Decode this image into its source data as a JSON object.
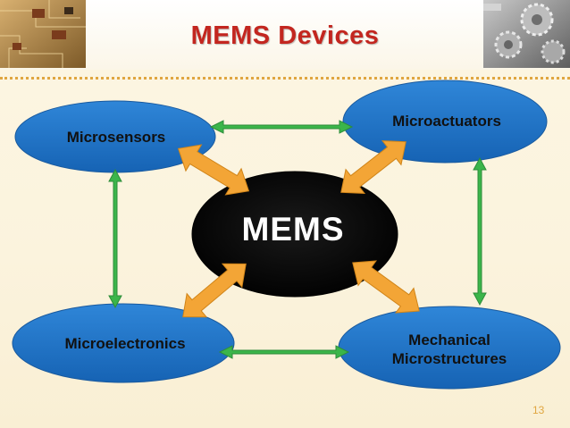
{
  "slide": {
    "title": "MEMS Devices",
    "page_number": "13"
  },
  "diagram": {
    "center": "MEMS",
    "nodes": {
      "top_left": "Microsensors",
      "top_right": "Microactuators",
      "bottom_left": "Microelectronics",
      "bottom_right_line1": "Mechanical",
      "bottom_right_line2": "Microstructures"
    },
    "colors": {
      "node_fill": "#1f73c8",
      "center_fill": "#050505",
      "orange_arrow": "#f3a536",
      "green_arrow": "#3bb54a",
      "title": "#c3261f"
    }
  }
}
